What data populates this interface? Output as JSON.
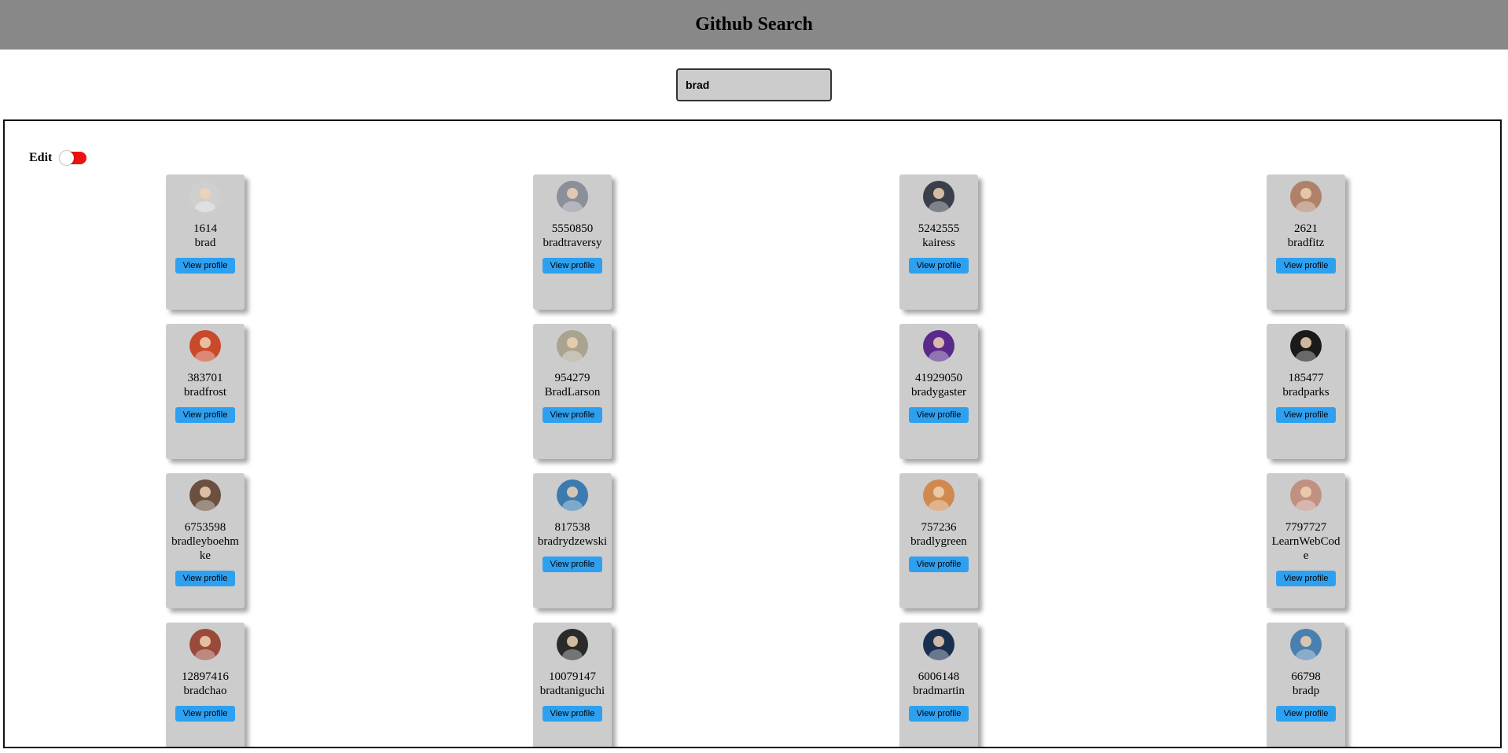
{
  "header": {
    "title": "Github Search"
  },
  "search": {
    "value": "brad",
    "placeholder": ""
  },
  "edit": {
    "label": "Edit",
    "enabled": false,
    "toggle_color": "#ee1111"
  },
  "accent": {
    "button": "#2ea0f0",
    "card": "#cccccc",
    "topbar": "#888888"
  },
  "users": [
    {
      "id": "1614",
      "login": "brad",
      "button": "View profile",
      "avatar_color": "#cfcfcf"
    },
    {
      "id": "5550850",
      "login": "bradtraversy",
      "button": "View profile",
      "avatar_color": "#8a8f9a"
    },
    {
      "id": "5242555",
      "login": "kairess",
      "button": "View profile",
      "avatar_color": "#3a3f4a"
    },
    {
      "id": "2621",
      "login": "bradfitz",
      "button": "View profile",
      "avatar_color": "#b0816a"
    },
    {
      "id": "383701",
      "login": "bradfrost",
      "button": "View profile",
      "avatar_color": "#c84a2a"
    },
    {
      "id": "954279",
      "login": "BradLarson",
      "button": "View profile",
      "avatar_color": "#a9a390"
    },
    {
      "id": "41929050",
      "login": "bradygaster",
      "button": "View profile",
      "avatar_color": "#5a2a8a"
    },
    {
      "id": "185477",
      "login": "bradparks",
      "button": "View profile",
      "avatar_color": "#1a1a1a"
    },
    {
      "id": "6753598",
      "login": "bradleyboehmke",
      "button": "View profile",
      "avatar_color": "#6b5040"
    },
    {
      "id": "817538",
      "login": "bradrydzewski",
      "button": "View profile",
      "avatar_color": "#3b7bb0"
    },
    {
      "id": "757236",
      "login": "bradlygreen",
      "button": "View profile",
      "avatar_color": "#d08a50"
    },
    {
      "id": "7797727",
      "login": "LearnWebCode",
      "button": "View profile",
      "avatar_color": "#c09080"
    },
    {
      "id": "12897416",
      "login": "bradchao",
      "button": "View profile",
      "avatar_color": "#9a4a3a"
    },
    {
      "id": "10079147",
      "login": "bradtaniguchi",
      "button": "View profile",
      "avatar_color": "#2a2a2a"
    },
    {
      "id": "6006148",
      "login": "bradmartin",
      "button": "View profile",
      "avatar_color": "#1a3050"
    },
    {
      "id": "66798",
      "login": "bradp",
      "button": "View profile",
      "avatar_color": "#4a80b0"
    }
  ]
}
